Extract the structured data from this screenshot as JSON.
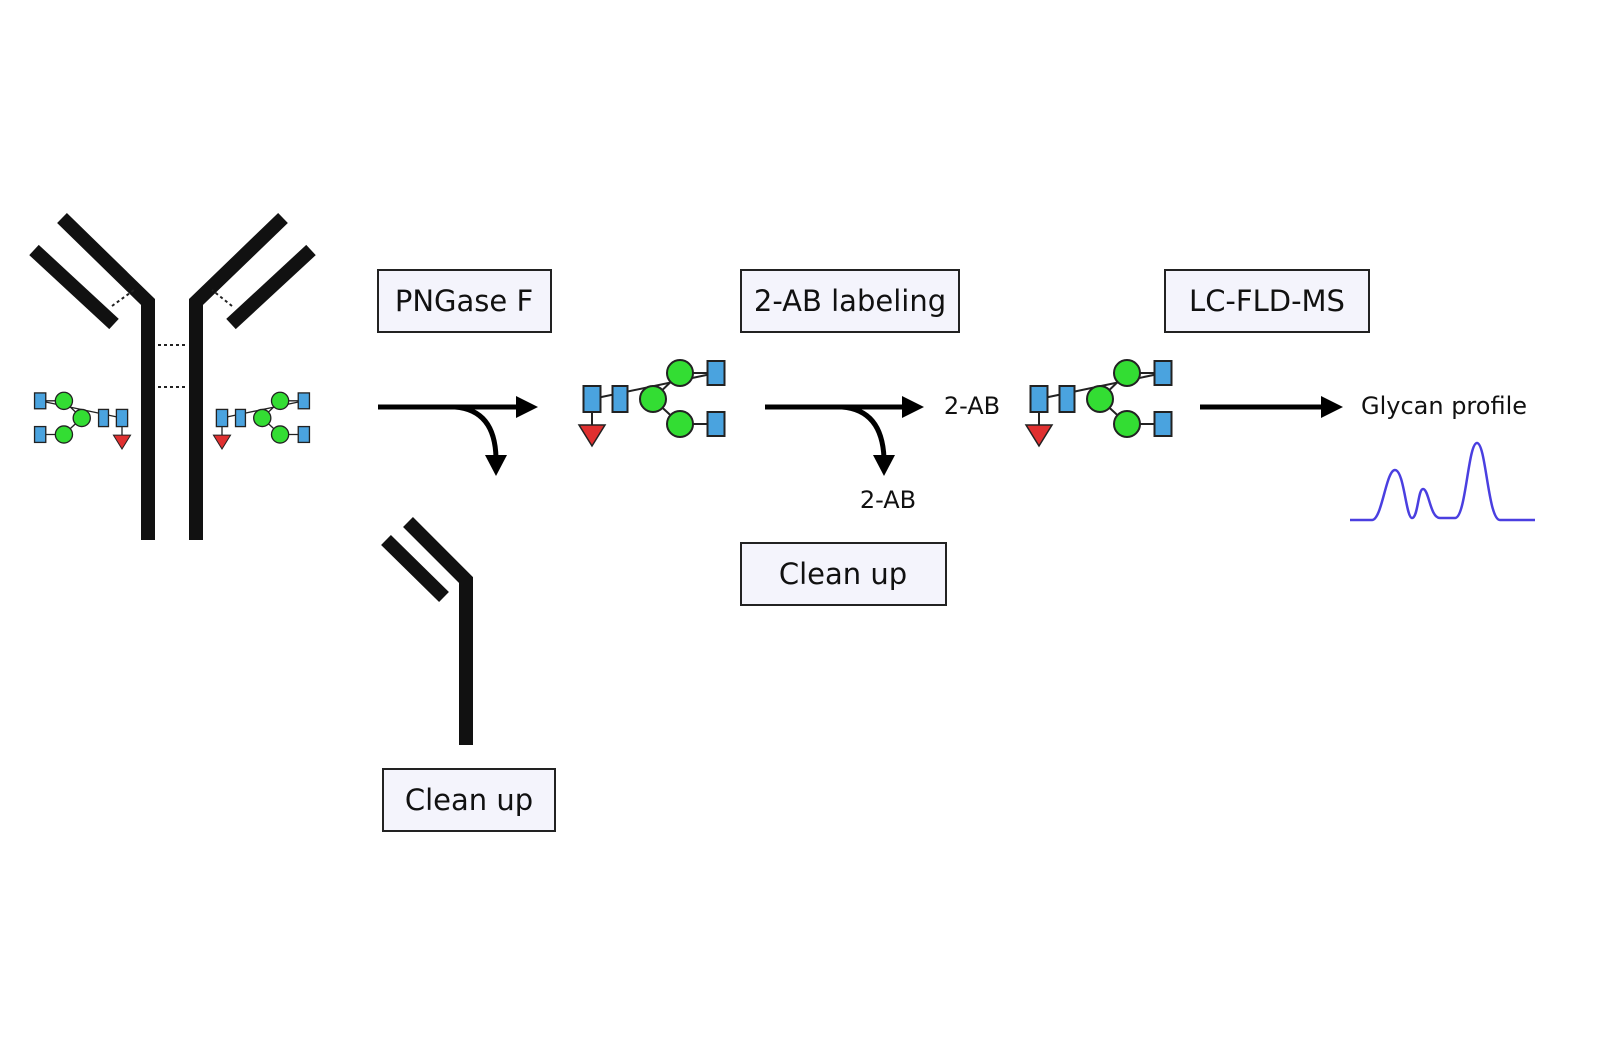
{
  "steps": {
    "pngase": "PNGase F",
    "labeling": "2-AB labeling",
    "lcms": "LC-FLD-MS",
    "cleanup1": "Clean up",
    "cleanup2": "Clean up"
  },
  "labels": {
    "label_in": "2-AB",
    "label_out": "2-AB",
    "profile": "Glycan profile"
  },
  "colors": {
    "glcnac": "#4aa3df",
    "mannose": "#33dd33",
    "fucose": "#e03030",
    "chromatogram": "#4a3fe0"
  },
  "icons": [
    "antibody-icon",
    "fab-fragment-icon",
    "glycan-icon",
    "arrow-icon",
    "chromatogram-icon"
  ]
}
